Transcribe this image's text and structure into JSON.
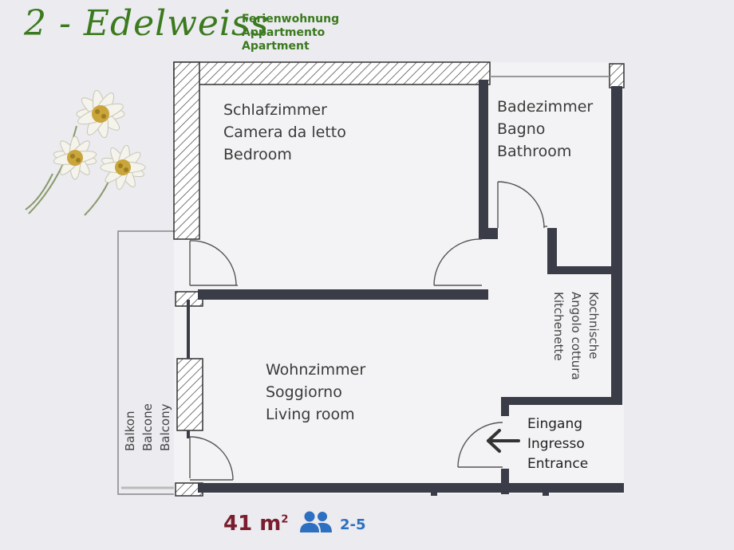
{
  "logo": {
    "text": "2 - Edelweiss",
    "subtitles": [
      "Ferienwohnung",
      "Appartmento",
      "Apartment"
    ]
  },
  "rooms": {
    "bedroom": [
      "Schlafzimmer",
      "Camera da letto",
      "Bedroom"
    ],
    "bathroom": [
      "Badezimmer",
      "Bagno",
      "Bathroom"
    ],
    "kitchenette": [
      "Kochnische",
      "Angolo cottura",
      "Kitchenette"
    ],
    "living": [
      "Wohnzimmer",
      "Soggiorno",
      "Living room"
    ],
    "balcony": [
      "Balkon",
      "Balcone",
      "Balcony"
    ],
    "entrance": [
      "Eingang",
      "Ingresso",
      "Entrance"
    ]
  },
  "footer": {
    "area_value": "41 m",
    "area_unit_sup": "2",
    "guests": "2-5"
  },
  "colors": {
    "wall": "#3a3d48",
    "hatch": "#555555",
    "logo_green": "#3b7a1e",
    "area_red": "#7a1d2e",
    "guests_blue": "#2d6fc0"
  },
  "icons": {
    "guests": "people-icon",
    "entrance": "arrow-left-icon",
    "flower": "edelweiss-flower-icon"
  }
}
